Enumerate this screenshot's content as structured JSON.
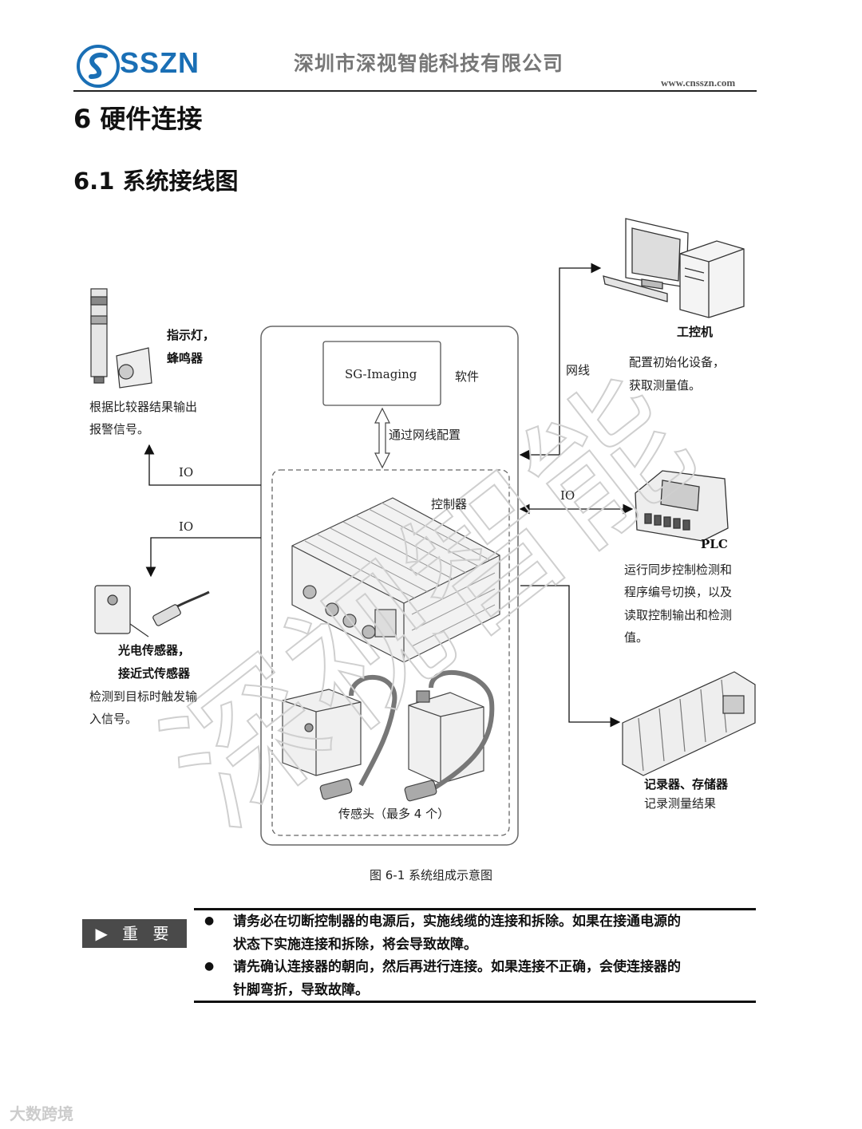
{
  "header": {
    "logo_text": "SSZN",
    "company": "深圳市深视智能科技有限公司",
    "website": "www.cnsszn.com"
  },
  "section": {
    "title": "6  硬件连接"
  },
  "subsection": {
    "title": "6.1 系统接线图"
  },
  "diagram": {
    "indicator": {
      "title_line1": "指示灯，",
      "title_line2": "蜂鸣器",
      "desc_line1": "根据比较器结果输出",
      "desc_line2": "报警信号。"
    },
    "io_top": "IO",
    "io_left": "IO",
    "io_right": "IO",
    "sensor": {
      "title_line1": "光电传感器，",
      "title_line2": "接近式传感器",
      "desc_line1": "检测到目标时触发输",
      "desc_line2": "入信号。"
    },
    "software_name": "SG-Imaging",
    "software_label": "软件",
    "network_config": "通过网线配置",
    "controller_label": "控制器",
    "sensor_head_label": "传感头（最多 4 个）",
    "network_label": "网线",
    "pc": {
      "title": "工控机",
      "desc_line1": "配置初始化设备，",
      "desc_line2": "获取测量值。"
    },
    "plc": {
      "title": "PLC",
      "desc_line1": "运行同步控制检测和",
      "desc_line2": "程序编号切换，以及",
      "desc_line3": "读取控制输出和检测",
      "desc_line4": "值。"
    },
    "recorder": {
      "title": "记录器、存储器",
      "desc": "记录测量结果"
    },
    "caption": "图 6-1   系统组成示意图",
    "watermark": "深视智能"
  },
  "notes": {
    "badge": "▶ 重 要",
    "items": [
      {
        "line1": "请务必在切断控制器的电源后，实施线缆的连接和拆除。如果在接通电源的",
        "line2": "状态下实施连接和拆除，将会导致故障。"
      },
      {
        "line1": "请先确认连接器的朝向，然后再进行连接。如果连接不正确，会使连接器的",
        "line2": "针脚弯折，导致故障。"
      }
    ]
  },
  "footer": {
    "mark": "大数跨境"
  }
}
